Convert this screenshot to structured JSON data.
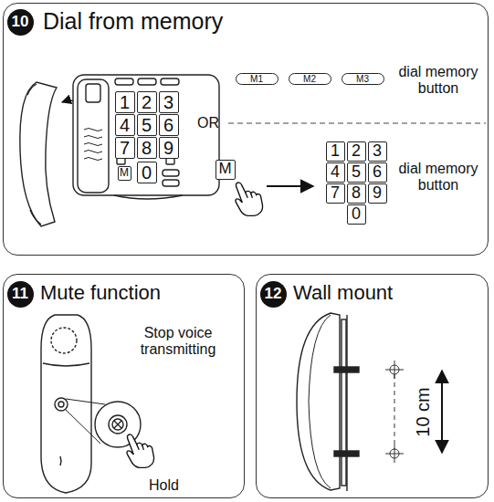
{
  "diagram": {
    "nodes": [
      {
        "text": [
          "Dial from memory"
        ]
      },
      {
        "text": [
          "10"
        ],
        "in": 0
      },
      {
        "text": [
          "1"
        ],
        "in": 0
      },
      {
        "text": [
          "2"
        ],
        "in": 0
      },
      {
        "text": [
          "3"
        ],
        "in": 0
      },
      {
        "text": [
          "4"
        ],
        "in": 0
      },
      {
        "text": [
          "5"
        ],
        "in": 0
      },
      {
        "text": [
          "6"
        ],
        "in": 0
      },
      {
        "text": [
          "7"
        ],
        "in": 0
      },
      {
        "text": [
          "8"
        ],
        "in": 0
      },
      {
        "text": [
          "9"
        ],
        "in": 0
      },
      {
        "text": [
          "M"
        ],
        "in": 0
      },
      {
        "text": [
          "0"
        ],
        "in": 0
      },
      {
        "text": [
          "M1"
        ],
        "in": 0
      },
      {
        "text": [
          "M2"
        ],
        "in": 0
      },
      {
        "text": [
          "M3"
        ],
        "in": 0
      },
      {
        "text": [
          "M"
        ],
        "in": 0
      },
      {
        "text": [
          "1"
        ],
        "in": 0
      },
      {
        "text": [
          "2"
        ],
        "in": 0
      },
      {
        "text": [
          "3"
        ],
        "in": 0
      },
      {
        "text": [
          "4"
        ],
        "in": 0
      },
      {
        "text": [
          "5"
        ],
        "in": 0
      },
      {
        "text": [
          "6"
        ],
        "in": 0
      },
      {
        "text": [
          "7"
        ],
        "in": 0
      },
      {
        "text": [
          "8"
        ],
        "in": 0
      },
      {
        "text": [
          "9"
        ],
        "in": 0
      },
      {
        "text": [
          "0"
        ],
        "in": 0
      },
      {
        "text": [
          "Mute function"
        ]
      },
      {
        "text": [
          "11"
        ],
        "in": 27
      },
      {
        "text": [
          "Wall mount"
        ]
      },
      {
        "text": [
          "12"
        ],
        "in": 29
      }
    ],
    "labels": [
      "dial memory button",
      "OR",
      "dial memory button",
      "Stop voice transmitting",
      "Hold",
      "10 cm"
    ]
  }
}
